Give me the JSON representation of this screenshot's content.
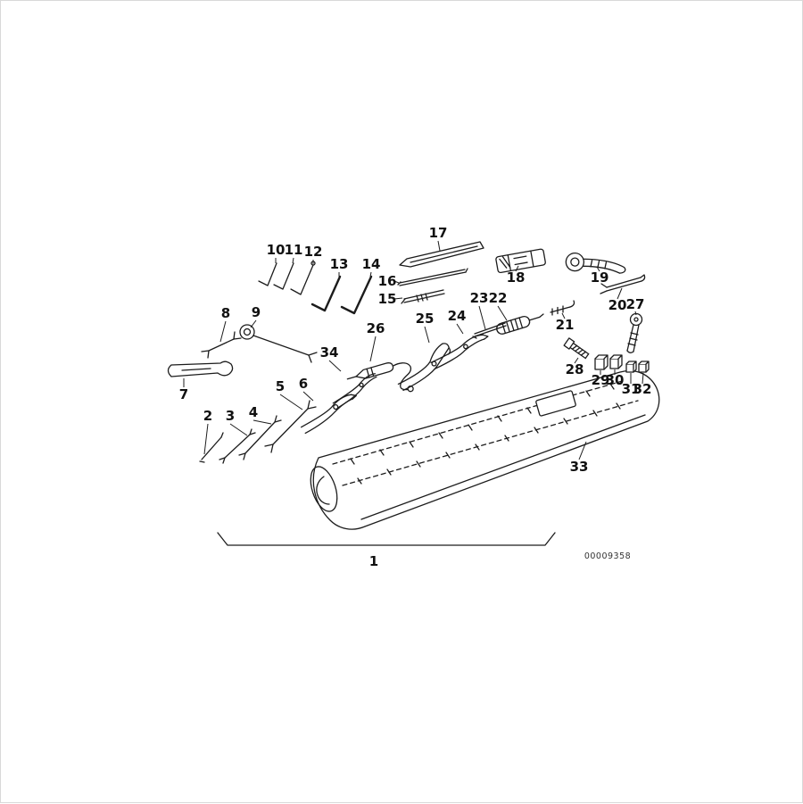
{
  "figure": {
    "type": "parts-diagram",
    "description": "Exploded parts diagram of a car tool kit with tool roll bag",
    "drawing_number": "00009358",
    "callouts": [
      "1",
      "2",
      "3",
      "4",
      "5",
      "6",
      "7",
      "8",
      "9",
      "10",
      "11",
      "12",
      "13",
      "14",
      "15",
      "16",
      "17",
      "18",
      "19",
      "20",
      "21",
      "22",
      "23",
      "24",
      "25",
      "26",
      "27",
      "28",
      "29",
      "30",
      "31",
      "32",
      "33",
      "34"
    ]
  }
}
